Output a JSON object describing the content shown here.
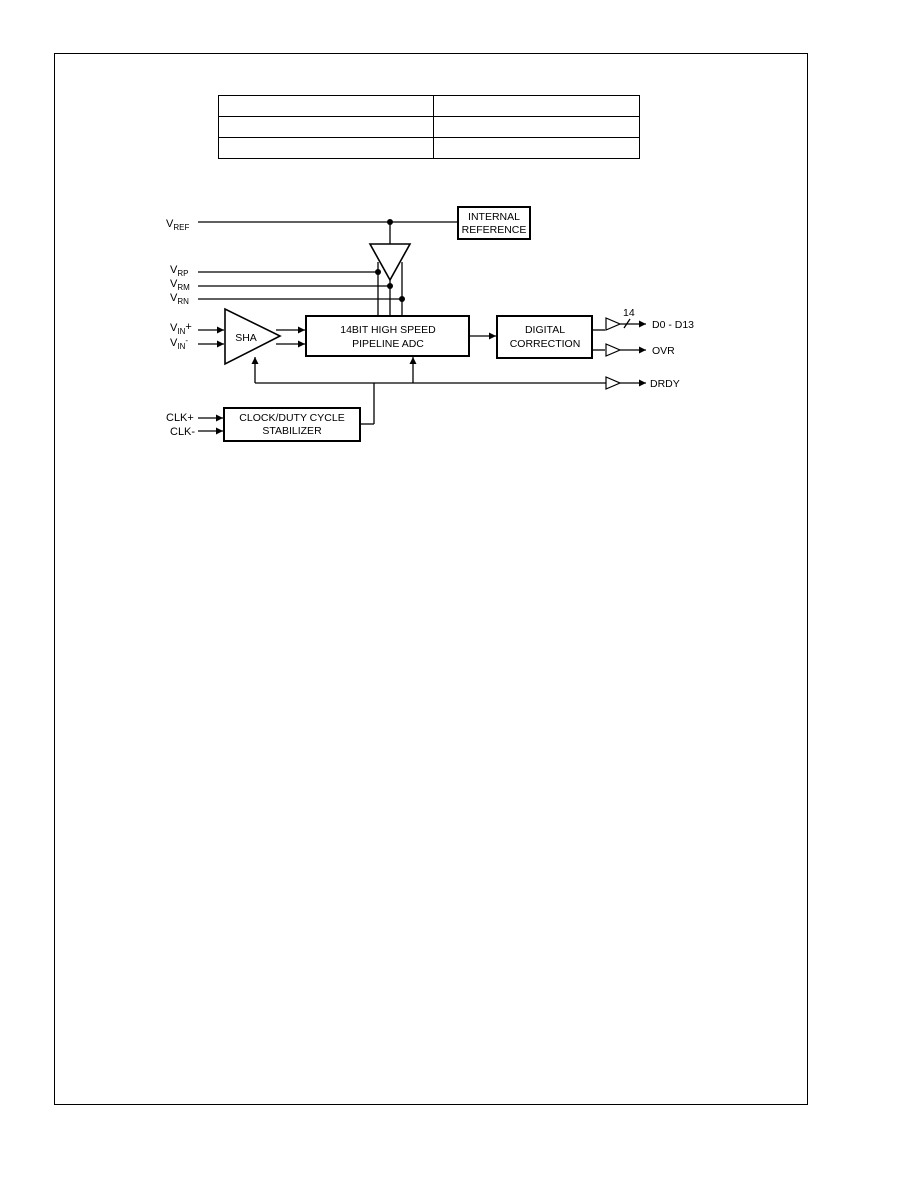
{
  "table": {
    "rows": [
      [
        "",
        ""
      ],
      [
        "",
        ""
      ],
      [
        "",
        ""
      ]
    ]
  },
  "diagram": {
    "vref": {
      "main": "V",
      "sub": "REF"
    },
    "vrp": {
      "main": "V",
      "sub": "RP"
    },
    "vrm": {
      "main": "V",
      "sub": "RM"
    },
    "vrn": {
      "main": "V",
      "sub": "RN"
    },
    "vin_plus": {
      "main": "V",
      "sub": "IN",
      "sign": "+"
    },
    "vin_minus": {
      "main": "V",
      "sub": "IN",
      "sign": "-"
    },
    "clk_plus": "CLK+",
    "clk_minus": "CLK-",
    "internal_reference": {
      "line1": "INTERNAL",
      "line2": "REFERENCE"
    },
    "sha": "SHA",
    "adc": {
      "line1": "14BIT HIGH SPEED",
      "line2": "PIPELINE ADC"
    },
    "digital_correction": {
      "line1": "DIGITAL",
      "line2": "CORRECTION"
    },
    "clock_stabilizer": {
      "line1": "CLOCK/DUTY CYCLE",
      "line2": "STABILIZER"
    },
    "bus_width": "14",
    "outputs": {
      "data": "D0 - D13",
      "ovr": "OVR",
      "drdy": "DRDY"
    }
  }
}
